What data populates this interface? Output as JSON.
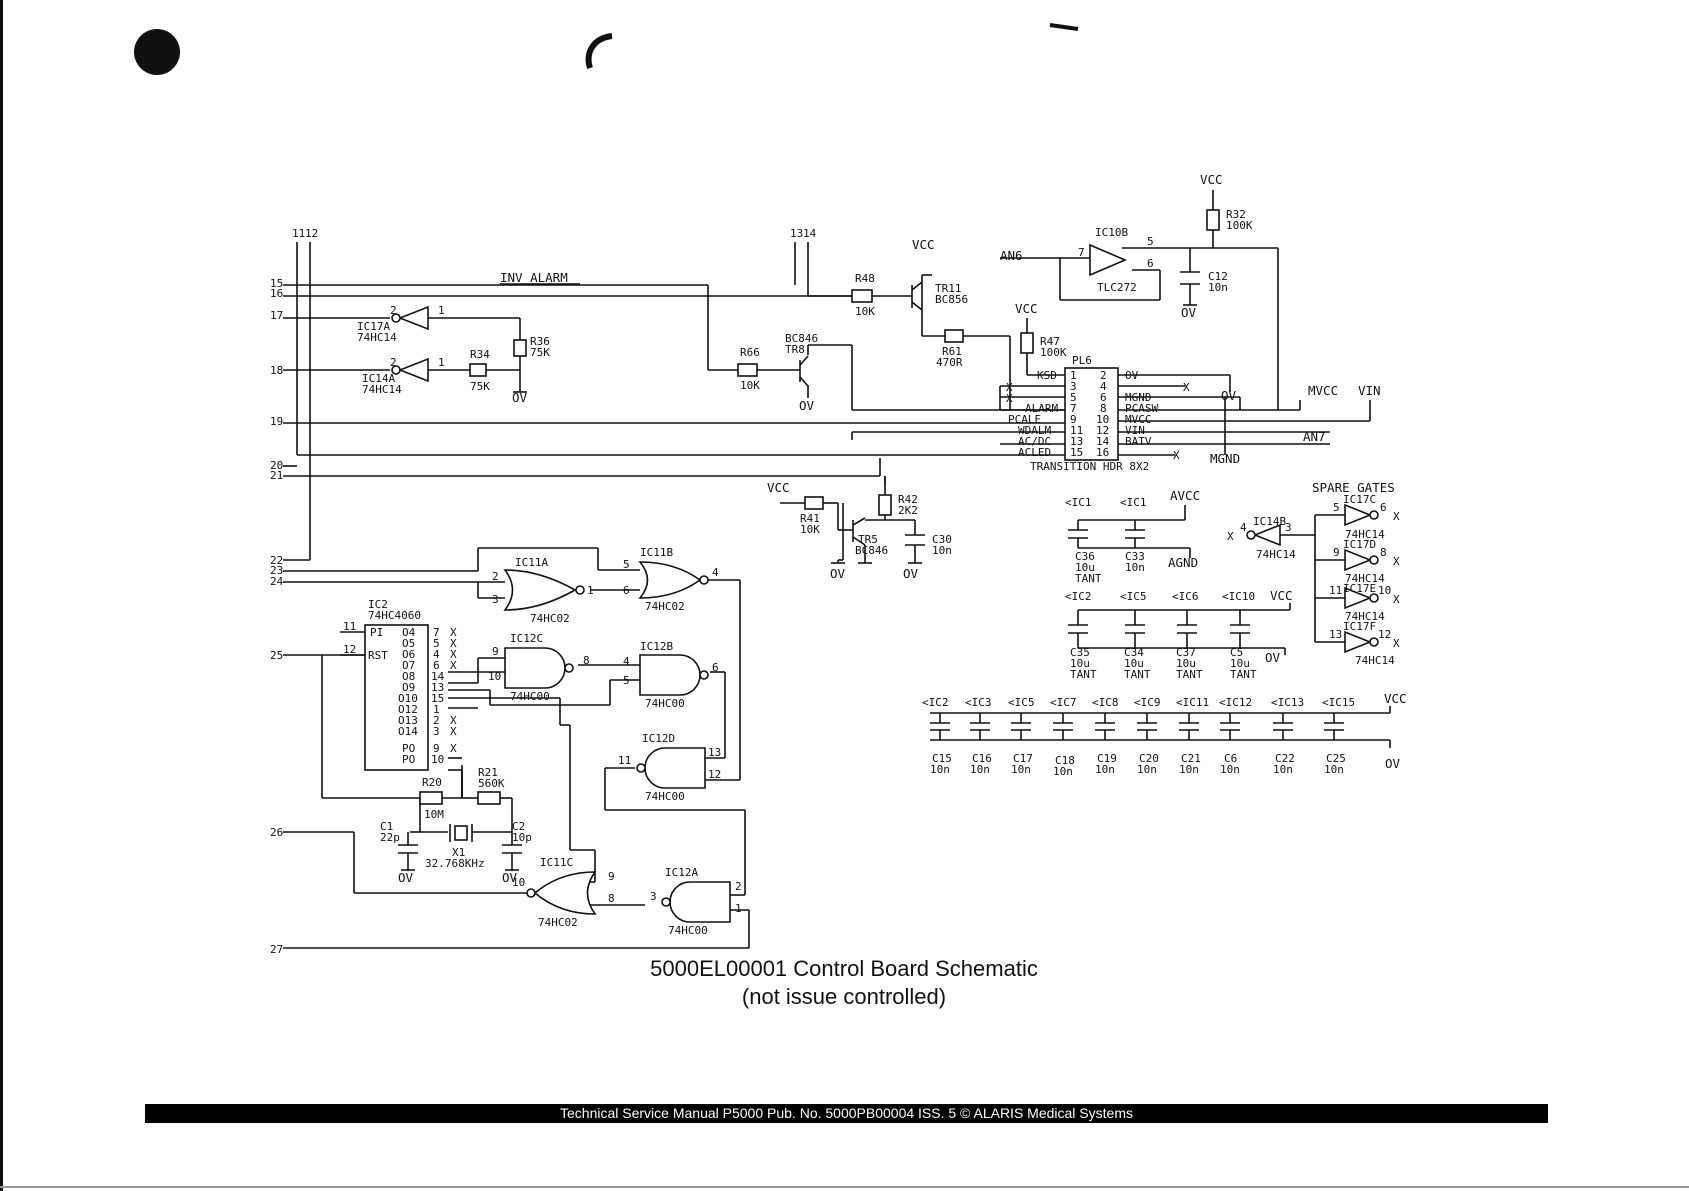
{
  "title": "5000EL00001 Control Board Schematic",
  "subtitle": "(not issue controlled)",
  "footer": "Technical Service Manual P5000 Pub. No. 5000PB00004 ISS. 5 © ALARIS Medical Systems",
  "edge_pins": [
    "11",
    "12",
    "13",
    "14",
    "15",
    "16",
    "17",
    "18",
    "19",
    "20",
    "21",
    "22",
    "23",
    "24",
    "25",
    "26",
    "27"
  ],
  "net_labels": {
    "inv_alarm": "INV ALARM",
    "an6": "AN6",
    "an7": "AN7",
    "vcc": "VCC",
    "ov": "OV",
    "avcc": "AVCC",
    "agnd": "AGND",
    "mgnd": "MGND",
    "mvcc": "MVCC",
    "vin": "VIN",
    "spare_gates": "SPARE GATES"
  },
  "parts": {
    "ic17a": "IC17A",
    "ic14a": "IC14A",
    "hc14": "74HC14",
    "r36": "R36",
    "v75k": "75K",
    "r34": "R34",
    "r48": "R48",
    "r66": "R66",
    "v10k": "10K",
    "tr11": "TR11",
    "bc856": "BC856",
    "tr8": "TR8",
    "bc846": "BC846",
    "r61": "R61",
    "v470r": "470R",
    "r47": "R47",
    "v100k": "100K",
    "ic10b": "IC10B",
    "tlc272": "TLC272",
    "r32": "R32",
    "c12": "C12",
    "v10n": "10n",
    "pl6": "PL6",
    "hdr": "TRANSITION HDR 8X2",
    "r41": "R41",
    "r42": "R42",
    "v2k2": "2K2",
    "tr5": "TR5",
    "c30": "C30",
    "ic11a": "IC11A",
    "ic11b": "IC11B",
    "ic11c": "IC11C",
    "hc02": "74HC02",
    "ic12a": "IC12A",
    "ic12b": "IC12B",
    "ic12c": "IC12C",
    "ic12d": "IC12D",
    "hc00": "74HC00",
    "ic2": "IC2",
    "hc4060": "74HC4060",
    "r20": "R20",
    "v10m": "10M",
    "r21": "R21",
    "v560k": "560K",
    "c1": "C1",
    "v22p": "22p",
    "c2": "C2",
    "v10p": "10p",
    "x1": "X1",
    "xtal": "32.768KHz",
    "ic14b": "IC14B",
    "ic17c": "IC17C",
    "ic17d": "IC17D",
    "ic17e": "IC17E",
    "ic17f": "IC17F"
  },
  "pl6_left": [
    "KSD",
    "ALARM",
    "PCALE",
    "WDALM",
    "AC/DC",
    "ACLED"
  ],
  "pl6_right": [
    "OV",
    "MGND",
    "PCASW",
    "MVCC",
    "VIN",
    "BATV"
  ],
  "pl6_pins_left": [
    "1",
    "3",
    "5",
    "7",
    "9",
    "11",
    "13",
    "15"
  ],
  "pl6_pins_right": [
    "2",
    "4",
    "6",
    "8",
    "10",
    "12",
    "14",
    "16"
  ],
  "ic2_pins": [
    "PI",
    "RST",
    "O4",
    "O5",
    "O6",
    "O7",
    "O8",
    "O9",
    "O10",
    "O12",
    "O13",
    "O14",
    "PO",
    "PO"
  ],
  "decoupling": {
    "top_row": [
      {
        "ic": "IC1",
        "cap": "C36",
        "val": "10u",
        "type": "TANT"
      },
      {
        "ic": "IC1",
        "cap": "C33",
        "val": "10n",
        "type": ""
      }
    ],
    "mid_row": [
      {
        "ic": "IC2",
        "cap": "C35",
        "val": "10u",
        "type": "TANT"
      },
      {
        "ic": "IC5",
        "cap": "C34",
        "val": "10u",
        "type": "TANT"
      },
      {
        "ic": "IC6",
        "cap": "C37",
        "val": "10u",
        "type": "TANT"
      },
      {
        "ic": "IC10",
        "cap": "C5",
        "val": "10u",
        "type": "TANT"
      }
    ],
    "bottom_row": [
      {
        "ic": "IC2",
        "cap": "C15",
        "val": "10n"
      },
      {
        "ic": "IC3",
        "cap": "C16",
        "val": "10n"
      },
      {
        "ic": "IC5",
        "cap": "C17",
        "val": "10n"
      },
      {
        "ic": "IC7",
        "cap": "C18",
        "val": "10n"
      },
      {
        "ic": "IC8",
        "cap": "C19",
        "val": "10n"
      },
      {
        "ic": "IC9",
        "cap": "C20",
        "val": "10n"
      },
      {
        "ic": "IC11",
        "cap": "C21",
        "val": "10n"
      },
      {
        "ic": "IC12",
        "cap": "C6",
        "val": "10n"
      },
      {
        "ic": "IC13",
        "cap": "C22",
        "val": "10n"
      },
      {
        "ic": "IC15",
        "cap": "C25",
        "val": "10n"
      }
    ]
  }
}
